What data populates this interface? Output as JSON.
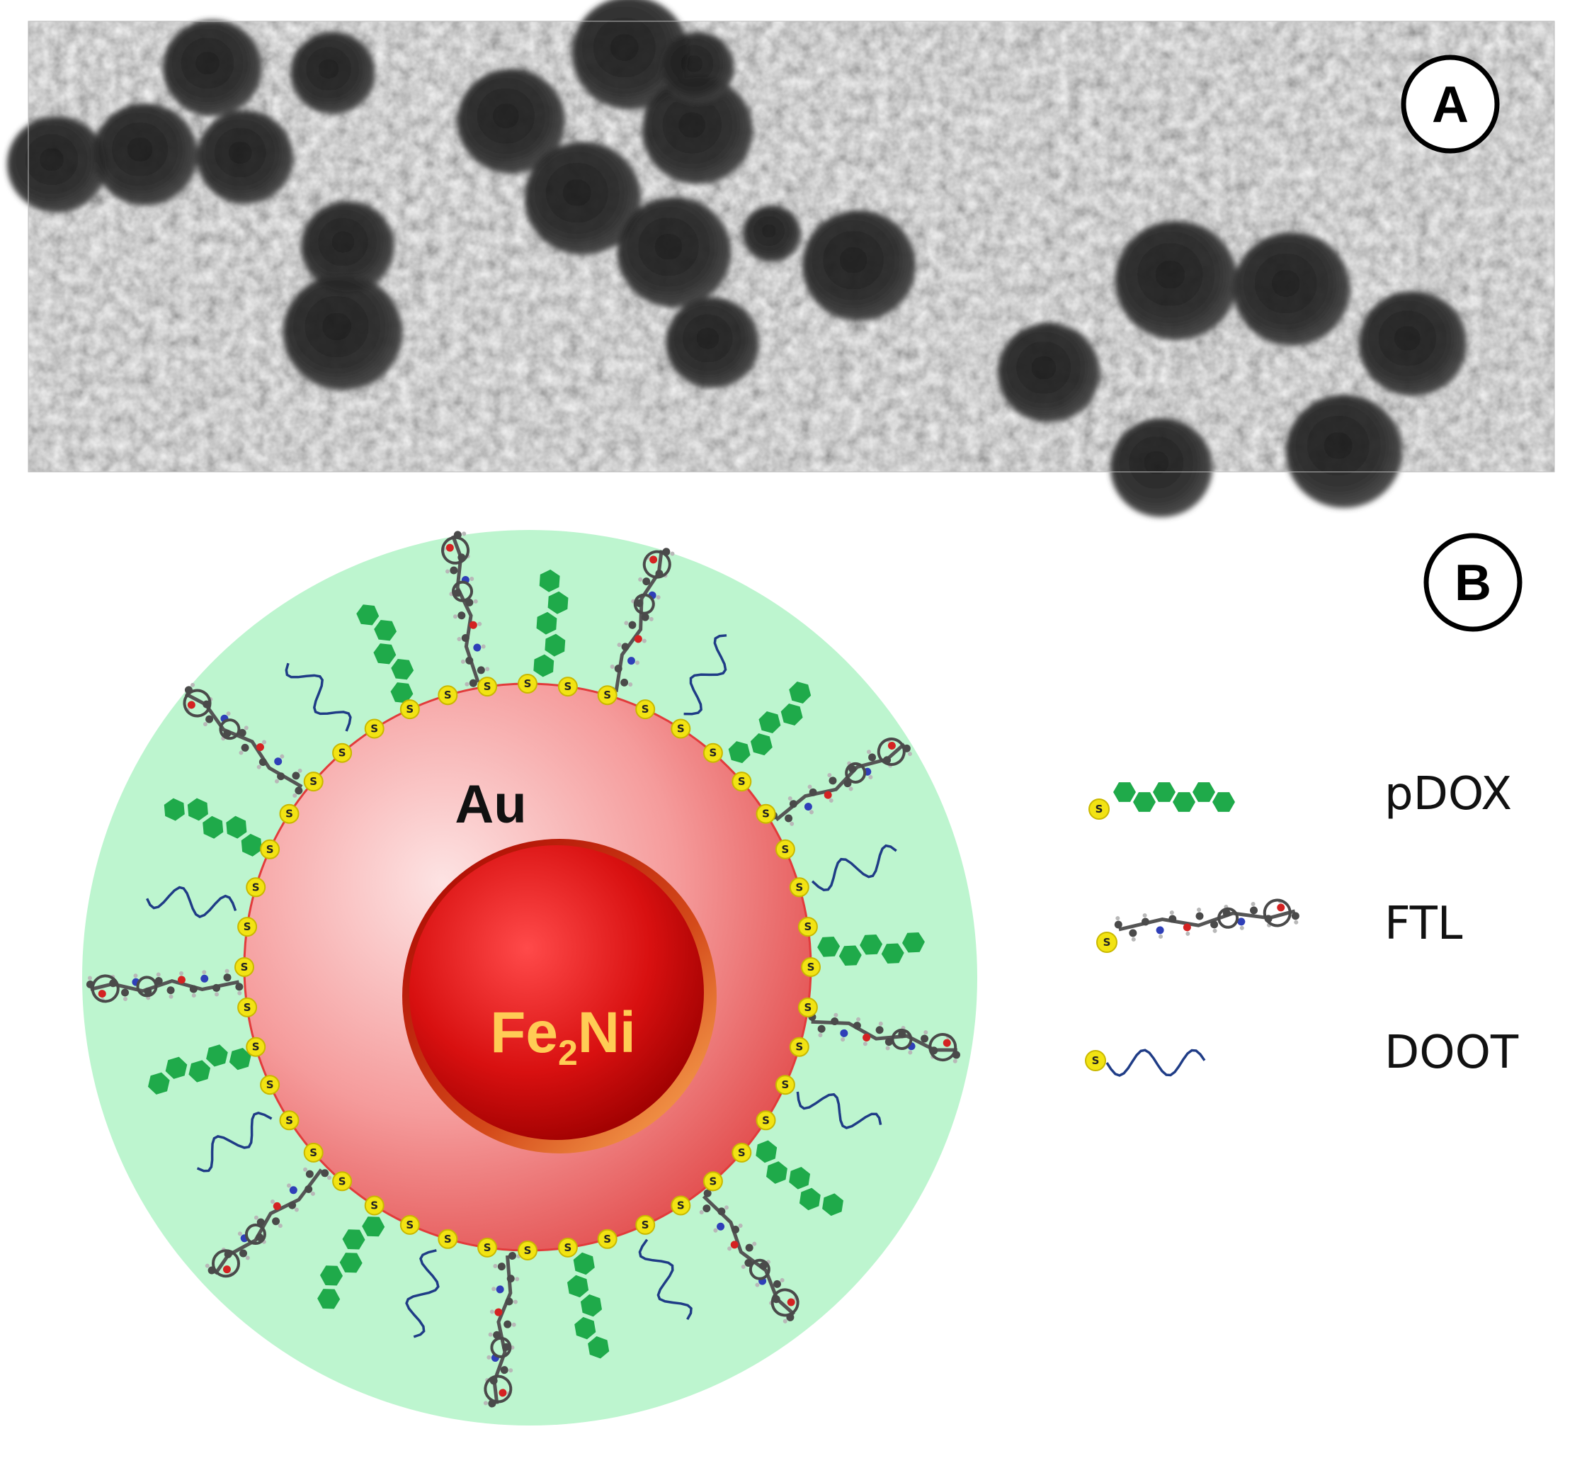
{
  "panel_a": {
    "label": "A",
    "description_icon": "tem-micrograph-nanoparticles"
  },
  "panel_b": {
    "label": "B",
    "shell_label": "Au",
    "core_label_main": "Fe",
    "core_label_sub": "2",
    "core_label_tail": "Ni",
    "sulfur_symbol": "S"
  },
  "legend": {
    "items": [
      {
        "label": "pDOX",
        "icon": "pdox-hexagon-chain-icon"
      },
      {
        "label": "FTL",
        "icon": "ftl-molecule-icon"
      },
      {
        "label": "DOOT",
        "icon": "doot-wavy-chain-icon"
      }
    ]
  },
  "colors": {
    "corona": "#bdf5cf",
    "shell_center": "#fbd6d6",
    "shell_edge": "#e44f4f",
    "core_center": "#ff3a3a",
    "core_edge": "#a40000",
    "core_rim": "#f39a4c",
    "hexagon": "#1faa4a",
    "sulfur": "#f2e313",
    "doot": "#1f3c86",
    "core_text": "#ffcc55"
  }
}
